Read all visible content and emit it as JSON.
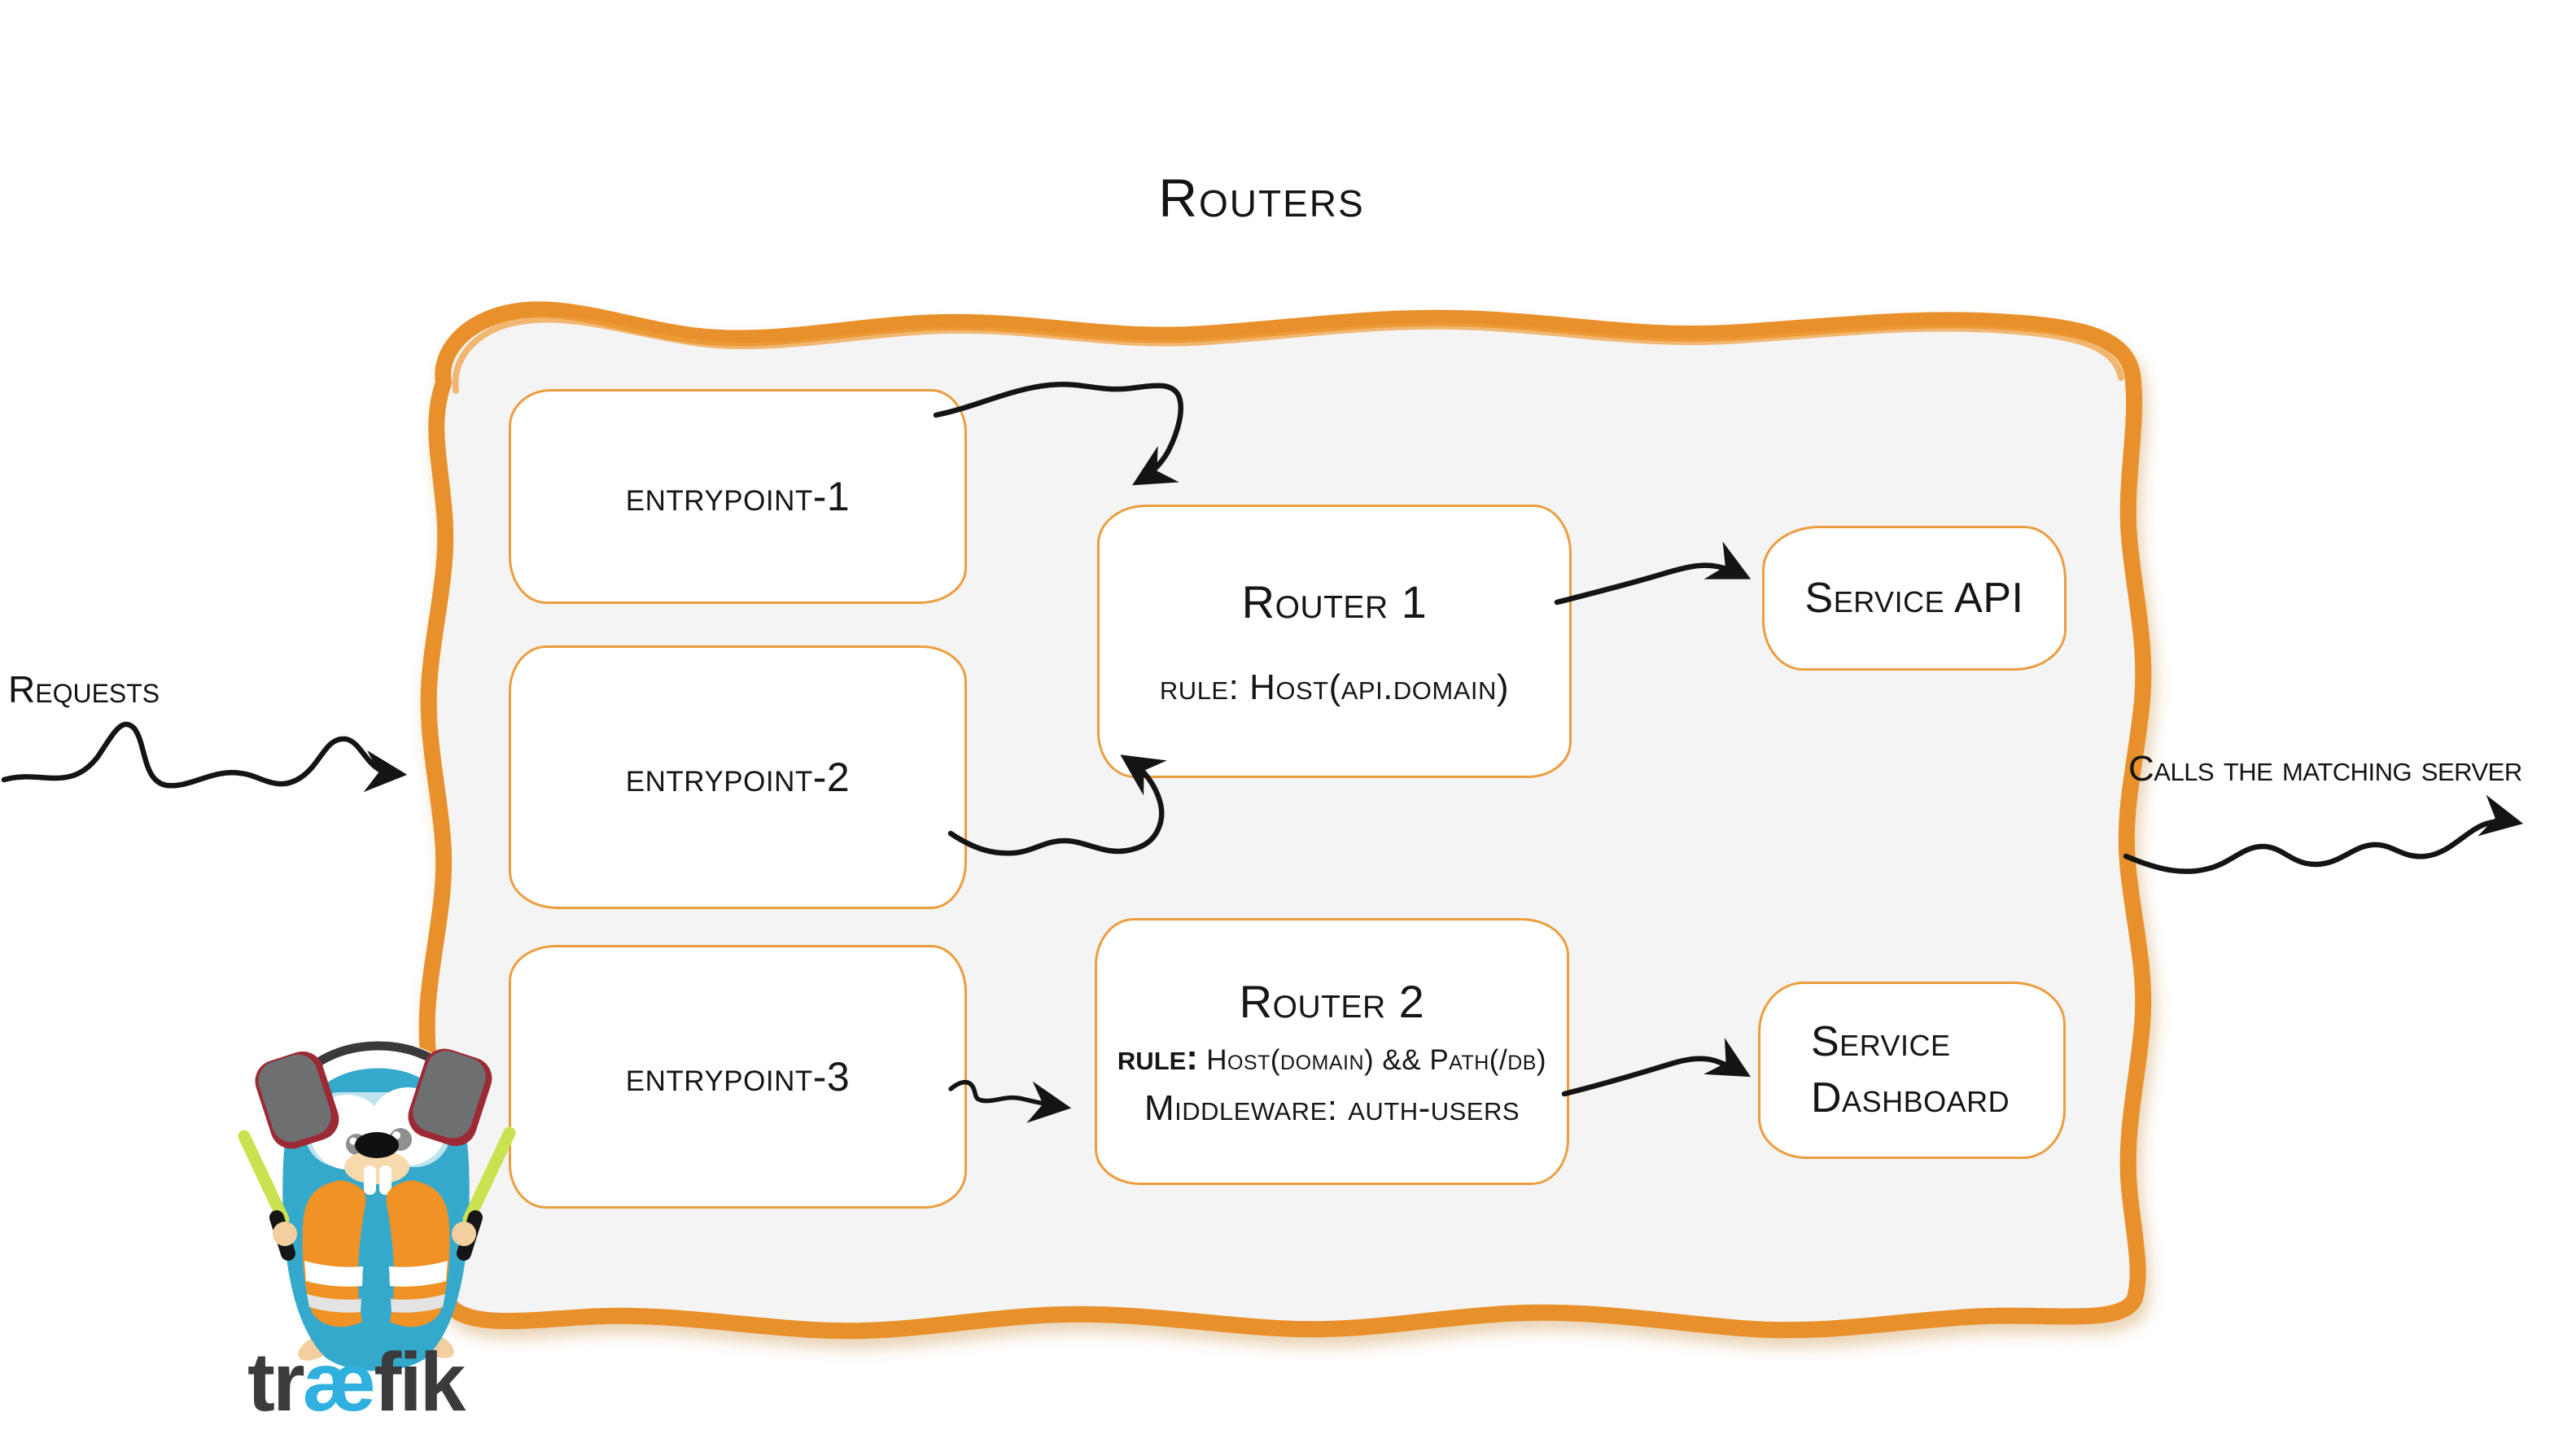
{
  "title": "Routers",
  "side_labels": {
    "requests": "Requests",
    "calls_the_matching_server": "Calls the matching server"
  },
  "entrypoints": [
    {
      "label": "entrypoint-1"
    },
    {
      "label": "entrypoint-2"
    },
    {
      "label": "entrypoint-3"
    }
  ],
  "routers": [
    {
      "name": "Router 1",
      "rule": "rule: Host(api.domain)"
    },
    {
      "name": "Router 2",
      "rule_label": "rule:",
      "rule_value": "Host(domain) && Path(/db)",
      "middleware": "Middleware: auth-users"
    }
  ],
  "services": [
    {
      "lines": [
        "Service API"
      ]
    },
    {
      "lines": [
        "Service",
        "Dashboard"
      ]
    }
  ],
  "logo": {
    "part1": "tr",
    "part2": "æ",
    "part3": "fik"
  },
  "colors": {
    "container_border": "#e8912c",
    "container_fill": "#f4f4f4",
    "node_border": "#ec9d3f",
    "text": "#161616",
    "arrow": "#141414",
    "traefik_blue": "#2fb0de",
    "wordmark_gray": "#3b3b3d",
    "gopher_body": "#35a9cb",
    "vest_orange": "#f09226",
    "stick_green": "#c9e24f",
    "headphone_gray": "#6e6f71",
    "headphone_red": "#9b2a35"
  }
}
